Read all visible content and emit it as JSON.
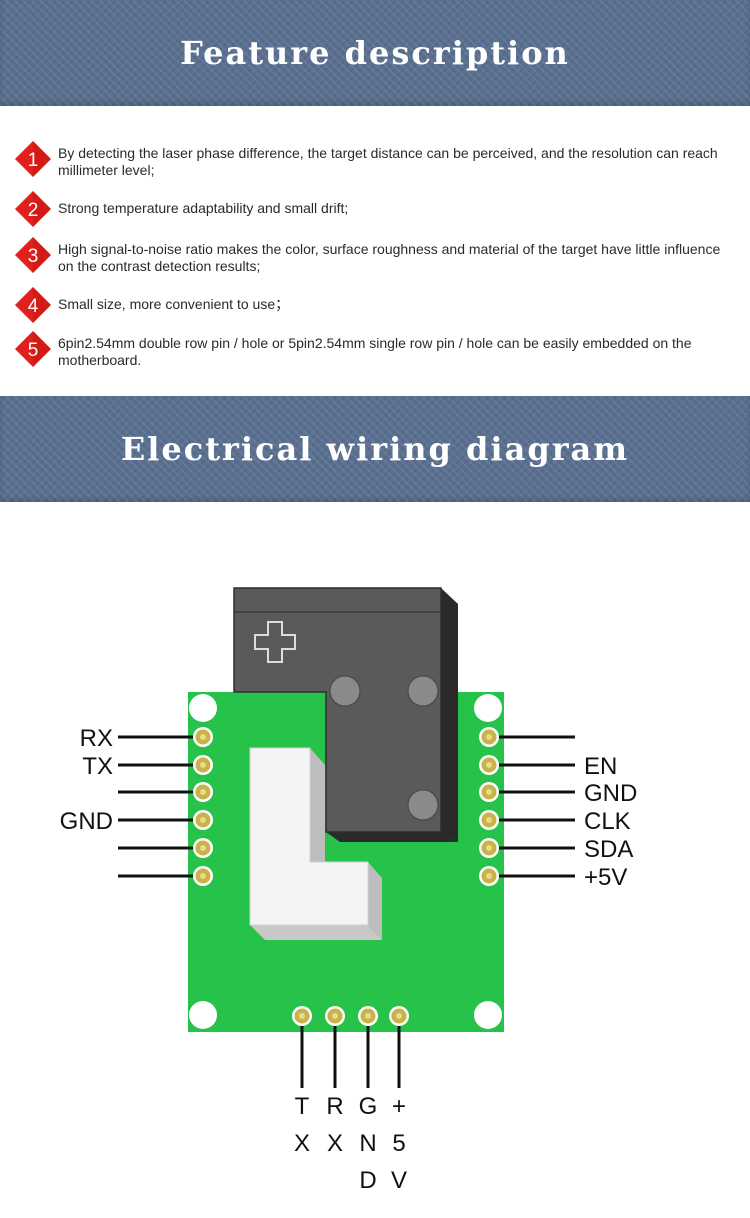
{
  "sections": {
    "feature_title": "Feature description",
    "wiring_title": "Electrical wiring diagram"
  },
  "features": [
    {
      "num": "1",
      "text": "By detecting the laser phase difference, the target distance can be perceived, and the resolution can reach millimeter level;"
    },
    {
      "num": "2",
      "text": "Strong temperature adaptability and small drift;"
    },
    {
      "num": "3",
      "text": "High signal-to-noise ratio makes the color, surface roughness and material of the target have little influence on the contrast detection results;"
    },
    {
      "num": "4",
      "text": "Small size, more convenient to use；"
    },
    {
      "num": "5",
      "text": "6pin2.54mm double row pin / hole or 5pin2.54mm single row pin / hole can be easily embedded on the motherboard."
    }
  ],
  "pins": {
    "left": [
      "RX",
      "TX",
      "",
      "GND",
      "",
      ""
    ],
    "right": [
      "",
      "EN",
      "GND",
      "CLK",
      "SDA",
      "+5V"
    ],
    "bottom": [
      [
        "T",
        "X"
      ],
      [
        "R",
        "X"
      ],
      [
        "G",
        "N",
        "D"
      ],
      [
        "+",
        "5",
        "V"
      ]
    ]
  },
  "colors": {
    "banner": "#5a7090",
    "badge_red": "#e0201c",
    "pcb_green": "#27c24a",
    "pad_gold": "#c8b24a",
    "sensor_gray": "#5a5a5a"
  }
}
